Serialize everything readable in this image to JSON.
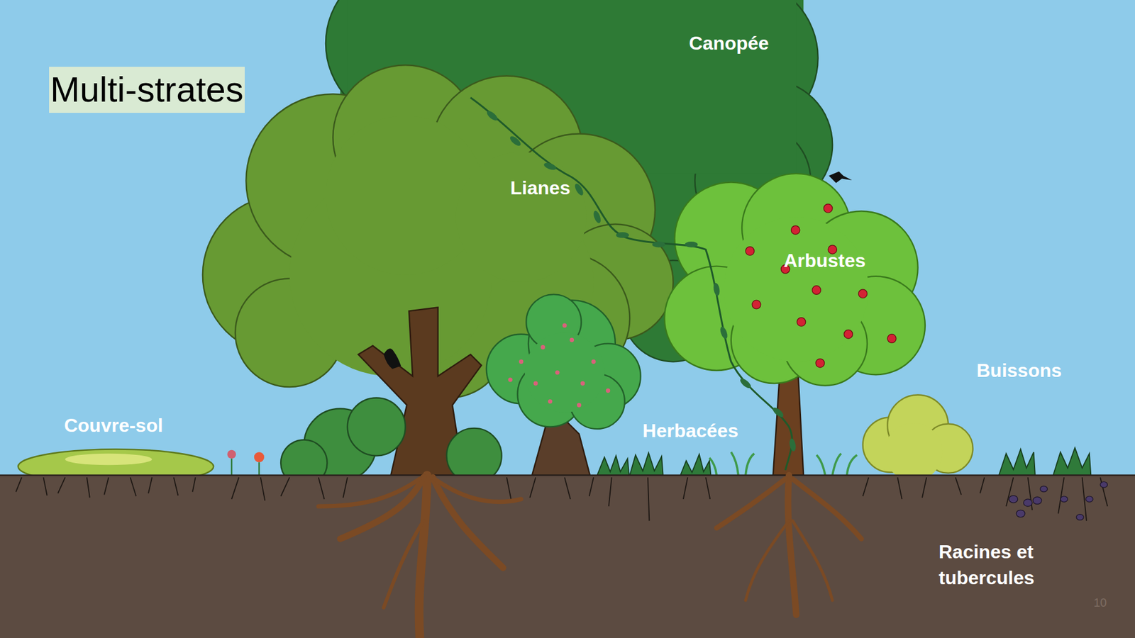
{
  "diagram": {
    "title": "Multi-strates",
    "labels": [
      "Canopée",
      "Lianes",
      "Arbustes",
      "Couvre-sol",
      "Herbacées",
      "Buissons",
      "Racines et tubercules",
      "10"
    ]
  }
}
